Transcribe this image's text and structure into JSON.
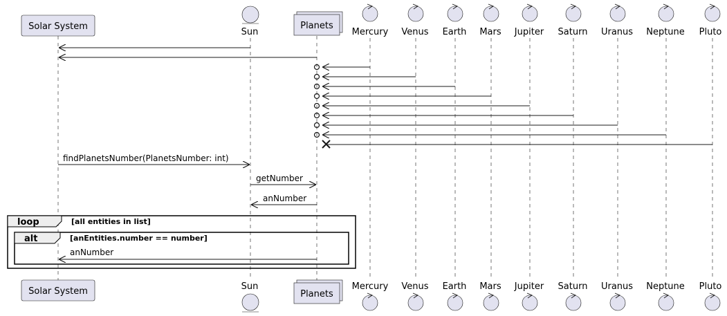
{
  "participants": {
    "solar_system": "Solar System",
    "sun": "Sun",
    "planets": "Planets",
    "mercury": "Mercury",
    "venus": "Venus",
    "earth": "Earth",
    "mars": "Mars",
    "jupiter": "Jupiter",
    "saturn": "Saturn",
    "uranus": "Uranus",
    "neptune": "Neptune",
    "pluto": "Pluto"
  },
  "messages": {
    "find_planets_number": "findPlanetsNumber(PlanetsNumber: int)",
    "get_number": "getNumber",
    "an_number_reply": "anNumber",
    "an_number_alt": "anNumber"
  },
  "fragments": {
    "loop_keyword": "loop",
    "loop_condition": "[all entities in list]",
    "alt_keyword": "alt",
    "alt_condition": "[anEntities.number == number]"
  },
  "colors": {
    "participant_fill": "#e2e2f0",
    "participant_stroke": "#181818",
    "line": "#181818"
  }
}
